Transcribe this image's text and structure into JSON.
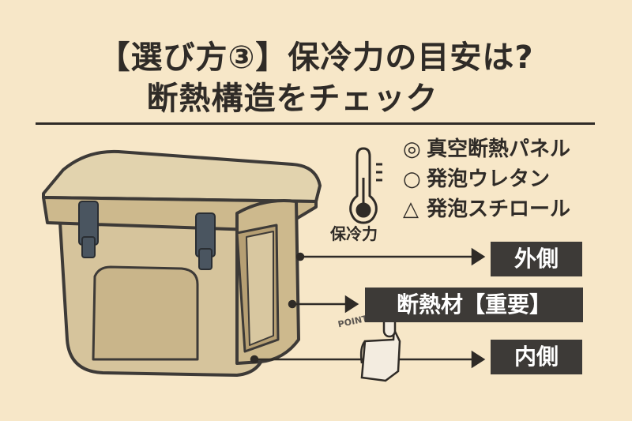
{
  "title": {
    "line1": "【選び方③】保冷力の目安は?",
    "line2": "断熱構造をチェック"
  },
  "legend": [
    {
      "symbol": "◎",
      "text": "真空断熱パネル"
    },
    {
      "symbol": "○",
      "text": "発泡ウレタン"
    },
    {
      "symbol": "△",
      "text": "発泡スチロール"
    }
  ],
  "thermometer_label": "保冷力",
  "labels": {
    "outer": "外側",
    "insulation": "断熱材【重要】",
    "inner": "内側"
  },
  "point_text": "POINT",
  "icons": [
    "thermometer-icon",
    "pointing-hand-icon",
    "cooler-box-illustration"
  ],
  "colors": {
    "background": "#f7e7c8",
    "cooler": "#d9c9a3",
    "outline": "#3d3a37",
    "label_bg": "#3d3a37"
  }
}
